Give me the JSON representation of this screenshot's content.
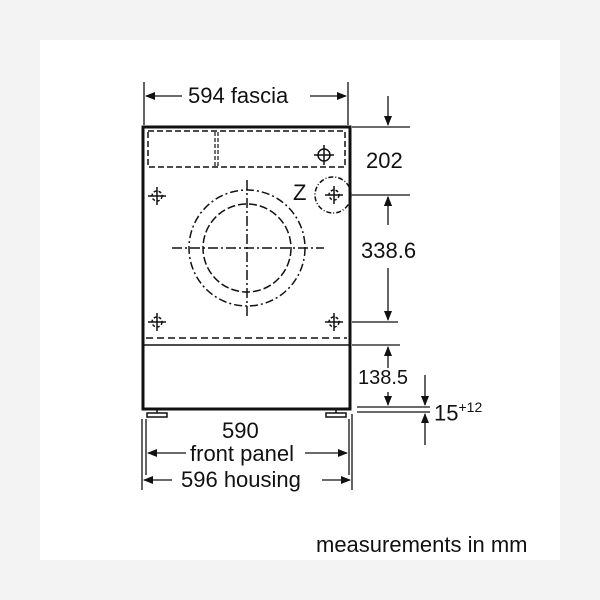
{
  "diagram": {
    "title": "Built-in washing machine dimension drawing",
    "dimensions": {
      "fascia_width": "594 fascia",
      "fascia_height": "202",
      "z_label": "Z",
      "hole_spacing": "338.6",
      "base_height": "138.5",
      "foot_clearance": "15",
      "foot_clearance_tolerance": "+12",
      "front_panel_value": "590",
      "front_panel_label": "front panel",
      "housing_width": "596 housing"
    },
    "footer_note": "measurements in mm"
  },
  "colors": {
    "background": "#f3f3f3",
    "panel": "#ffffff",
    "line": "#111111"
  }
}
